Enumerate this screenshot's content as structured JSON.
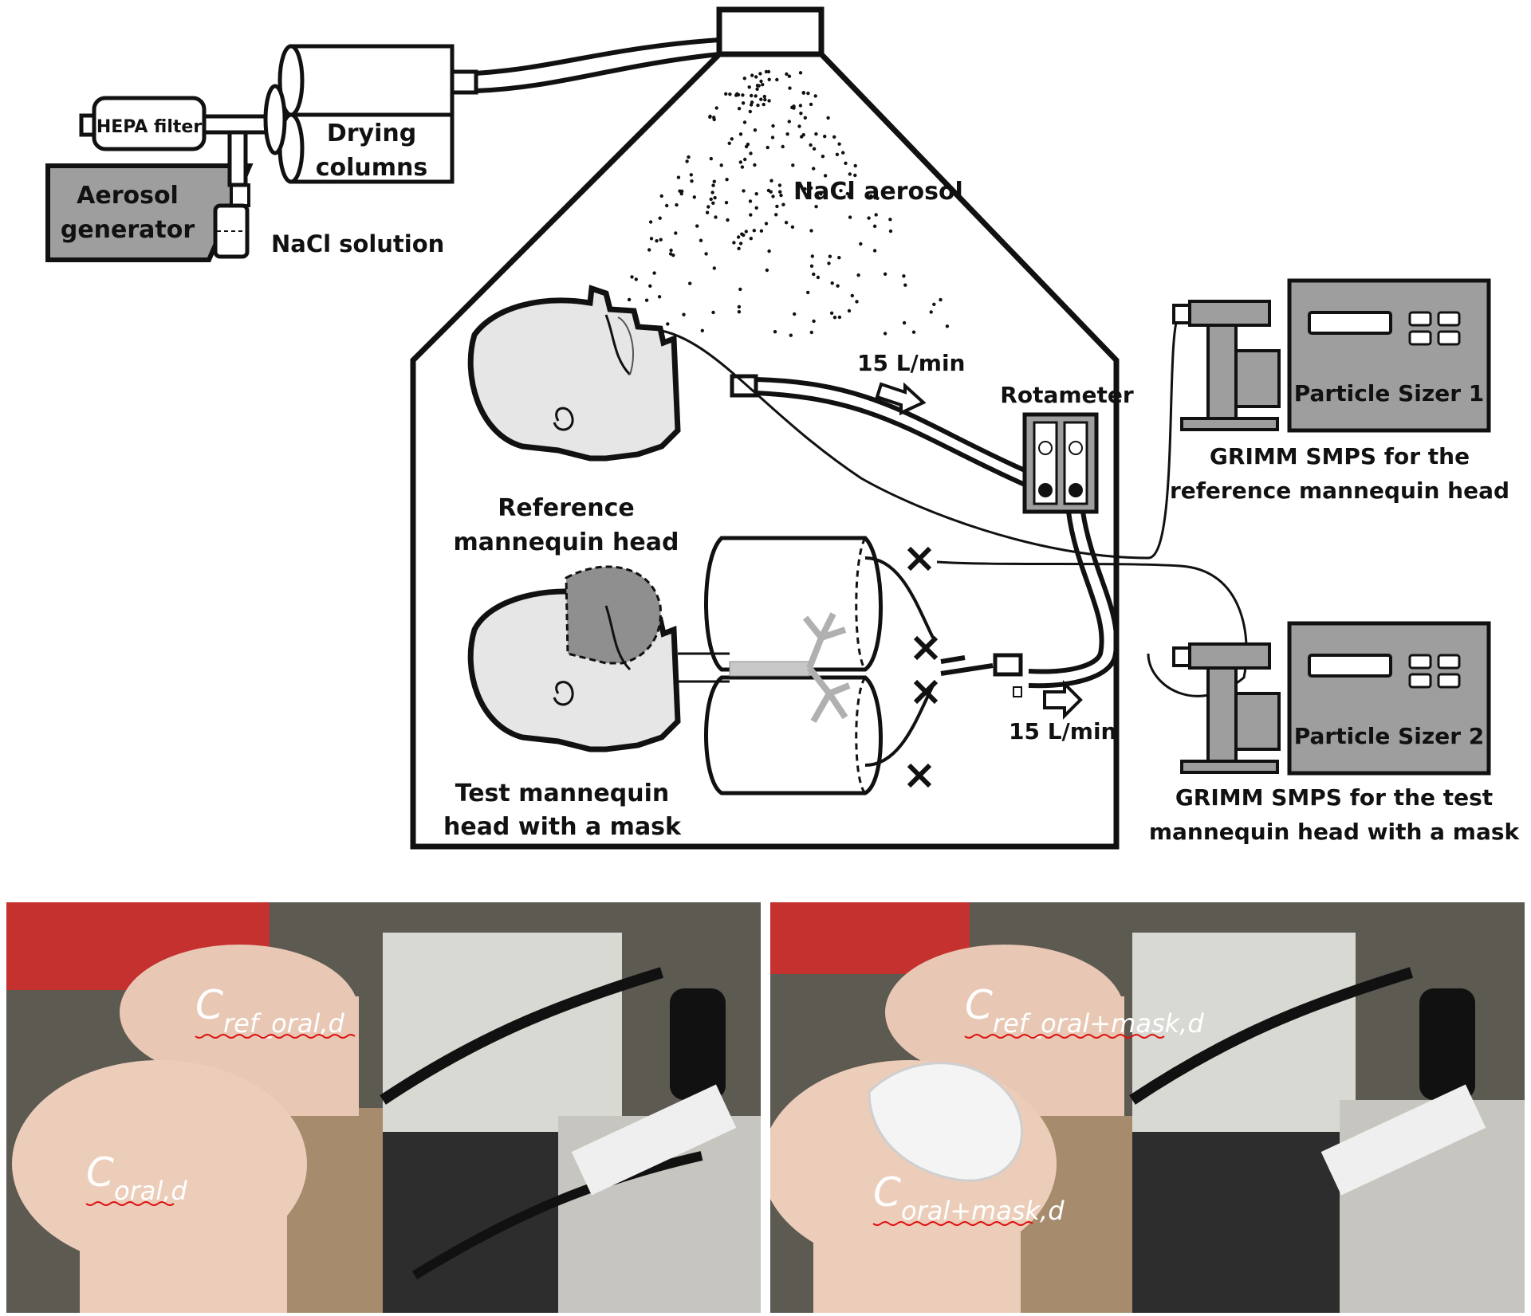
{
  "diagram": {
    "labels": {
      "hepa_filter": "HEPA filter",
      "drying_columns": [
        "Drying",
        "columns"
      ],
      "aerosol_generator": [
        "Aerosol",
        "generator"
      ],
      "nacl_solution": "NaCl solution",
      "nacl_aerosol": "NaCl aerosol",
      "flow_top": "15 L/min",
      "rotameter": "Rotameter",
      "reference_head": [
        "Reference",
        "mannequin head"
      ],
      "test_head": [
        "Test mannequin",
        "head with a mask"
      ],
      "flow_bottom": "15 L/min",
      "sizer_1": "Particle Sizer 1",
      "sizer_1_caption": [
        "GRIMM SMPS for the",
        "reference mannequin head"
      ],
      "sizer_2": "Particle Sizer 2",
      "sizer_2_caption": [
        "GRIMM SMPS for the test",
        "mannequin head with a mask"
      ]
    }
  },
  "photos": {
    "left": {
      "ref_label": {
        "base": "C",
        "sub": "ref_oral,d"
      },
      "test_label": {
        "base": "C",
        "sub": "oral,d"
      }
    },
    "right": {
      "ref_label": {
        "base": "C",
        "sub": "ref_oral+mask,d"
      },
      "test_label": {
        "base": "C",
        "sub": "oral+mask,d"
      }
    }
  },
  "colors": {
    "stroke": "#111111",
    "fill_gray": "#9e9e9e",
    "head_fill": "#e6e6e6",
    "mask_fill": "#8f8f8f",
    "skin": "#e8c8b4",
    "tan": "#a68c6d"
  }
}
